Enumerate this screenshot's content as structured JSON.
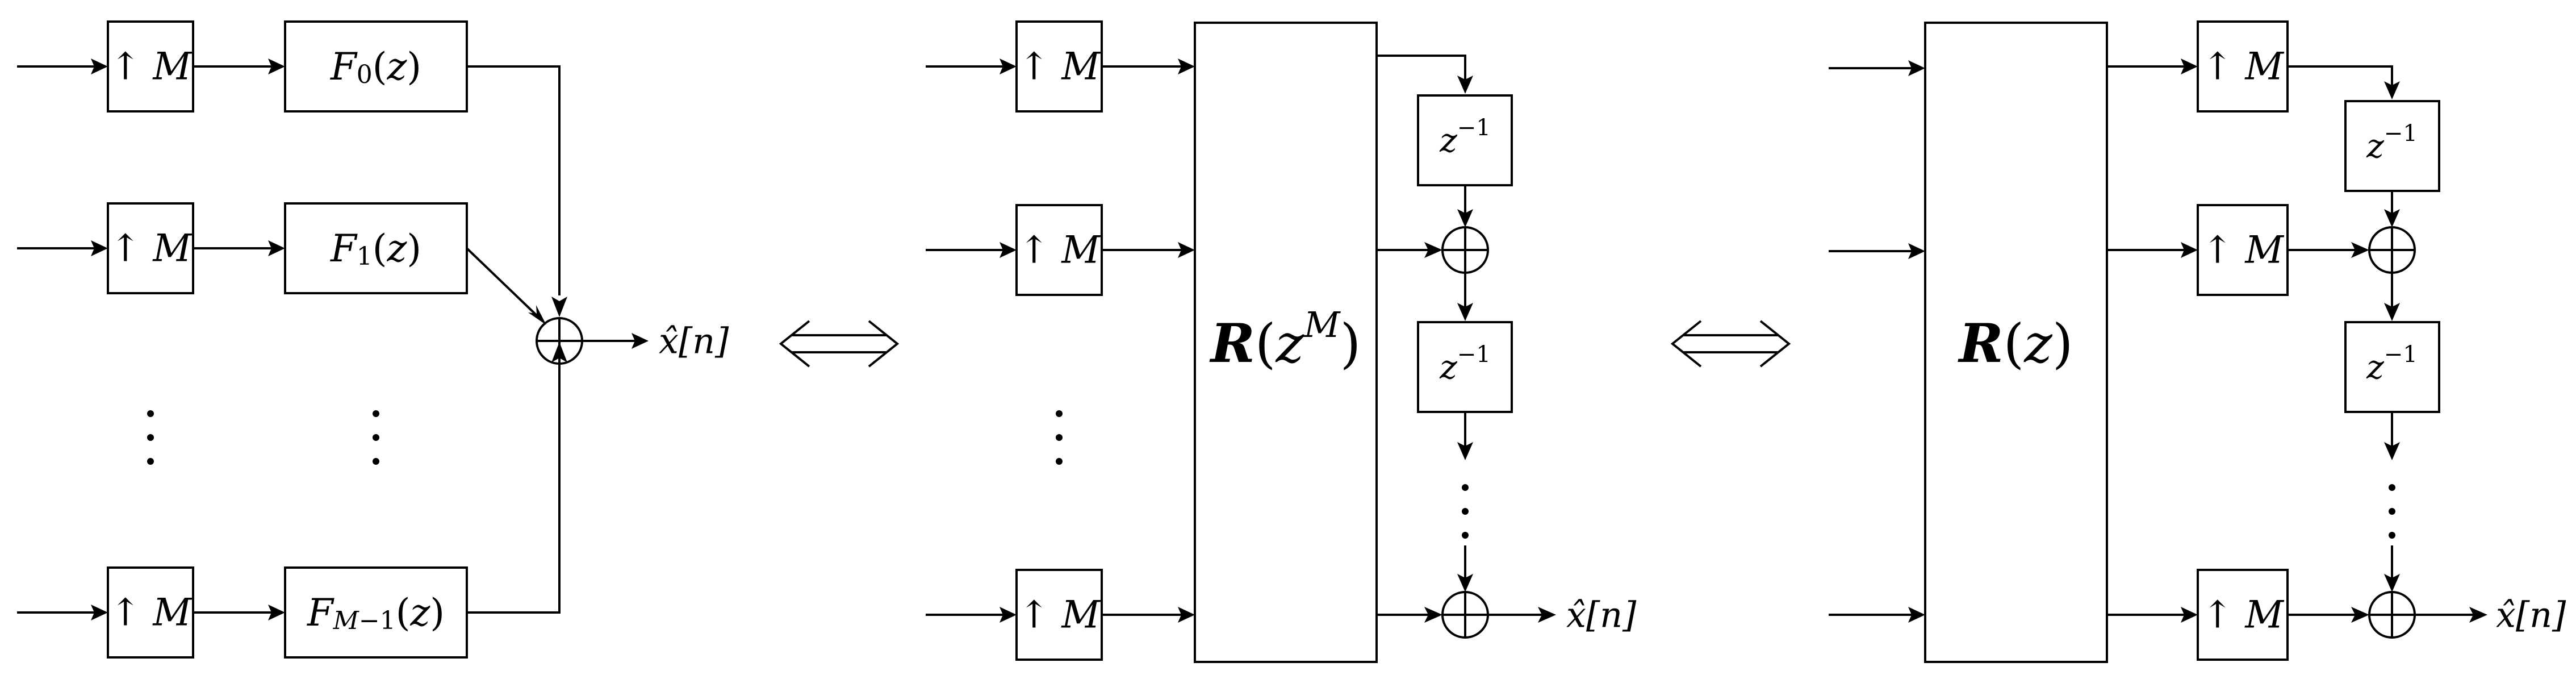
{
  "panel1": {
    "up_labels": [
      "↑ M",
      "↑ M",
      "↑ M"
    ],
    "filters": [
      "F_0(z)",
      "F_1(z)",
      "F_{M-1}(z)"
    ],
    "output_label": "x̂[n]"
  },
  "panel2": {
    "up_labels": [
      "↑ M",
      "↑ M",
      "↑ M"
    ],
    "matrix_label": "R(z^M)",
    "delay_labels": [
      "z^{-1}",
      "z^{-1}"
    ],
    "output_label": "x̂[n]"
  },
  "panel3": {
    "matrix_label": "R(z)",
    "up_labels": [
      "↑ M",
      "↑ M",
      "↑ M"
    ],
    "delay_labels": [
      "z^{-1}",
      "z^{-1}"
    ],
    "output_label": "x̂[n]"
  }
}
